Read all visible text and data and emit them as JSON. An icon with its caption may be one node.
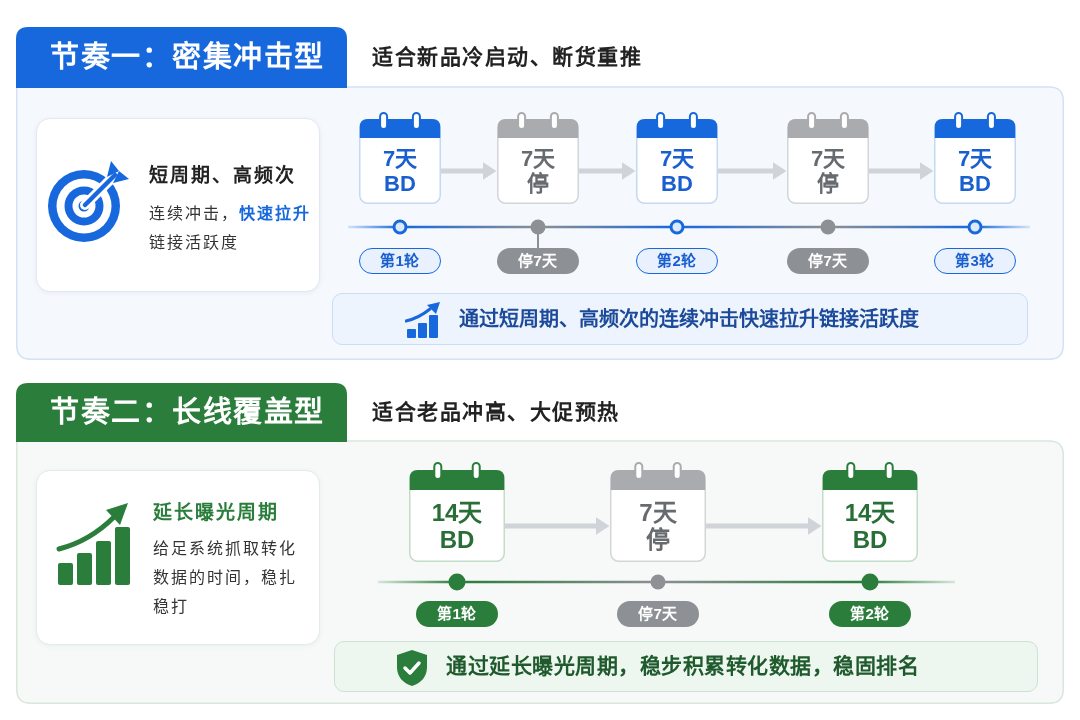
{
  "diagram": {
    "nodes": [
      {
        "text": [
          "节奏一：密集冲击型",
          "适合新品冷启动、断货重推"
        ]
      },
      {
        "text": [
          "短周期、高频次",
          "连续冲击，**快速拉升**链接活跃度"
        ],
        "in": 0
      },
      {
        "text": [
          "7天 BD"
        ],
        "in": 0
      },
      {
        "text": [
          "7天停"
        ],
        "in": 0
      },
      {
        "text": [
          "7天 BD"
        ],
        "in": 0
      },
      {
        "text": [
          "7天停"
        ],
        "in": 0
      },
      {
        "text": [
          "7天 BD"
        ],
        "in": 0
      },
      {
        "text": [
          "第1轮"
        ],
        "in": 0
      },
      {
        "text": [
          "停7天"
        ],
        "in": 0
      },
      {
        "text": [
          "第2轮"
        ],
        "in": 0
      },
      {
        "text": [
          "停7天"
        ],
        "in": 0
      },
      {
        "text": [
          "第3轮"
        ],
        "in": 0
      },
      {
        "text": [
          "通过短周期、高频次的连续冲击快速拉升链接活跃度"
        ],
        "in": 0
      },
      {
        "text": [
          "节奏二：长线覆盖型",
          "适合老品冲高、大促预热"
        ]
      },
      {
        "text": [
          "延长曝光周期",
          "给足系统抓取转化数据的时间，稳扎稳打"
        ],
        "in": 13
      },
      {
        "text": [
          "14天 BD"
        ],
        "in": 13
      },
      {
        "text": [
          "7天停"
        ],
        "in": 13
      },
      {
        "text": [
          "14天 BD"
        ],
        "in": 13
      },
      {
        "text": [
          "第1轮"
        ],
        "in": 13
      },
      {
        "text": [
          "停7天"
        ],
        "in": 13
      },
      {
        "text": [
          "第2轮"
        ],
        "in": 13
      },
      {
        "text": [
          "通过延长曝光周期，稳步积累转化数据，稳固排名"
        ],
        "in": 13
      }
    ],
    "edges": [
      {
        "from": 2,
        "to": 3,
        "arrow": "to"
      },
      {
        "from": 3,
        "to": 4,
        "arrow": "to"
      },
      {
        "from": 4,
        "to": 5,
        "arrow": "to"
      },
      {
        "from": 5,
        "to": 6,
        "arrow": "to"
      },
      {
        "from": 15,
        "to": 16,
        "arrow": "to"
      },
      {
        "from": 16,
        "to": 17,
        "arrow": "to"
      }
    ]
  }
}
